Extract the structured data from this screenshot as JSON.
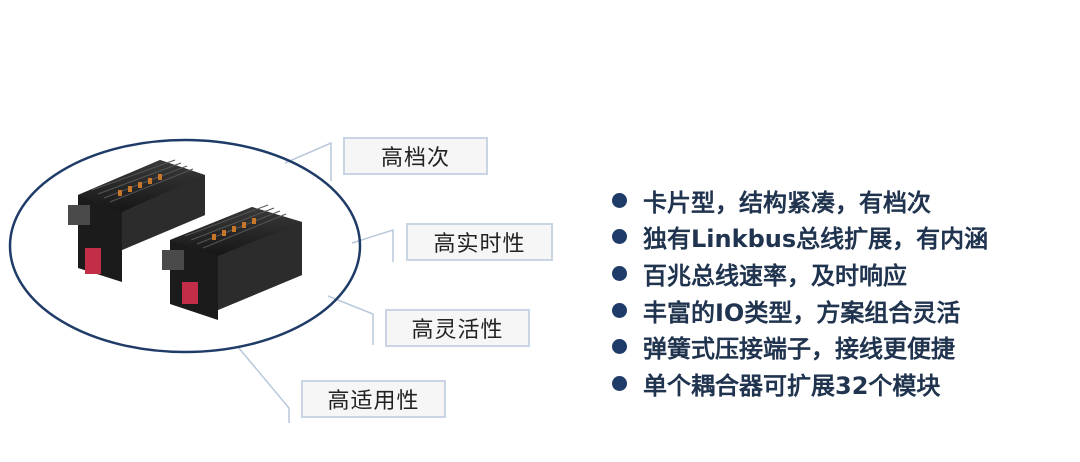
{
  "callouts": [
    {
      "label": "高档次"
    },
    {
      "label": "高实时性"
    },
    {
      "label": "高灵活性"
    },
    {
      "label": "高适用性"
    }
  ],
  "product": {
    "image_name": "io-coupler-modules-photo"
  },
  "features": [
    "卡片型，结构紧凑，有档次",
    "独有Linkbus总线扩展，有内涵",
    "百兆总线速率，及时响应",
    "丰富的IO类型，方案组合灵活",
    "弹簧式压接端子，接线更便捷",
    "单个耦合器可扩展32个模块"
  ],
  "colors": {
    "callout_border": "#c9d5e4",
    "ellipse_stroke": "#1f3b68",
    "bullet": "#1f3b68",
    "feature_text": "#20344f"
  }
}
